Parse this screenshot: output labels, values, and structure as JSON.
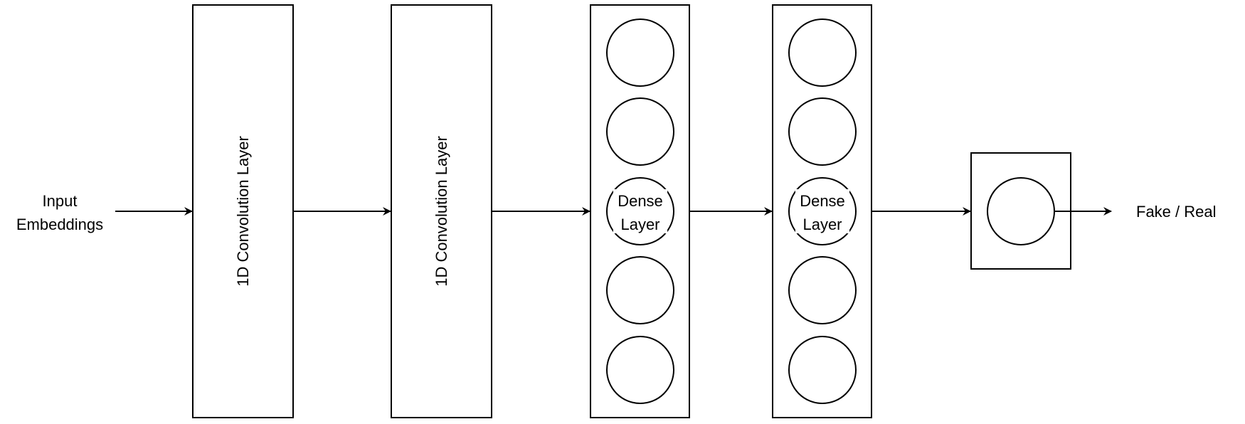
{
  "input_label": {
    "line1": "Input",
    "line2": "Embeddings"
  },
  "conv_layers": [
    {
      "label": "1D Convolution Layer"
    },
    {
      "label": "1D Convolution Layer"
    }
  ],
  "dense_layers": [
    {
      "label_line1": "Dense",
      "label_line2": "Layer",
      "neurons": 5
    },
    {
      "label_line1": "Dense",
      "label_line2": "Layer",
      "neurons": 5
    }
  ],
  "output": {
    "neurons": 1,
    "label": "Fake / Real"
  },
  "colors": {
    "stroke": "#000000",
    "background": "#ffffff"
  }
}
